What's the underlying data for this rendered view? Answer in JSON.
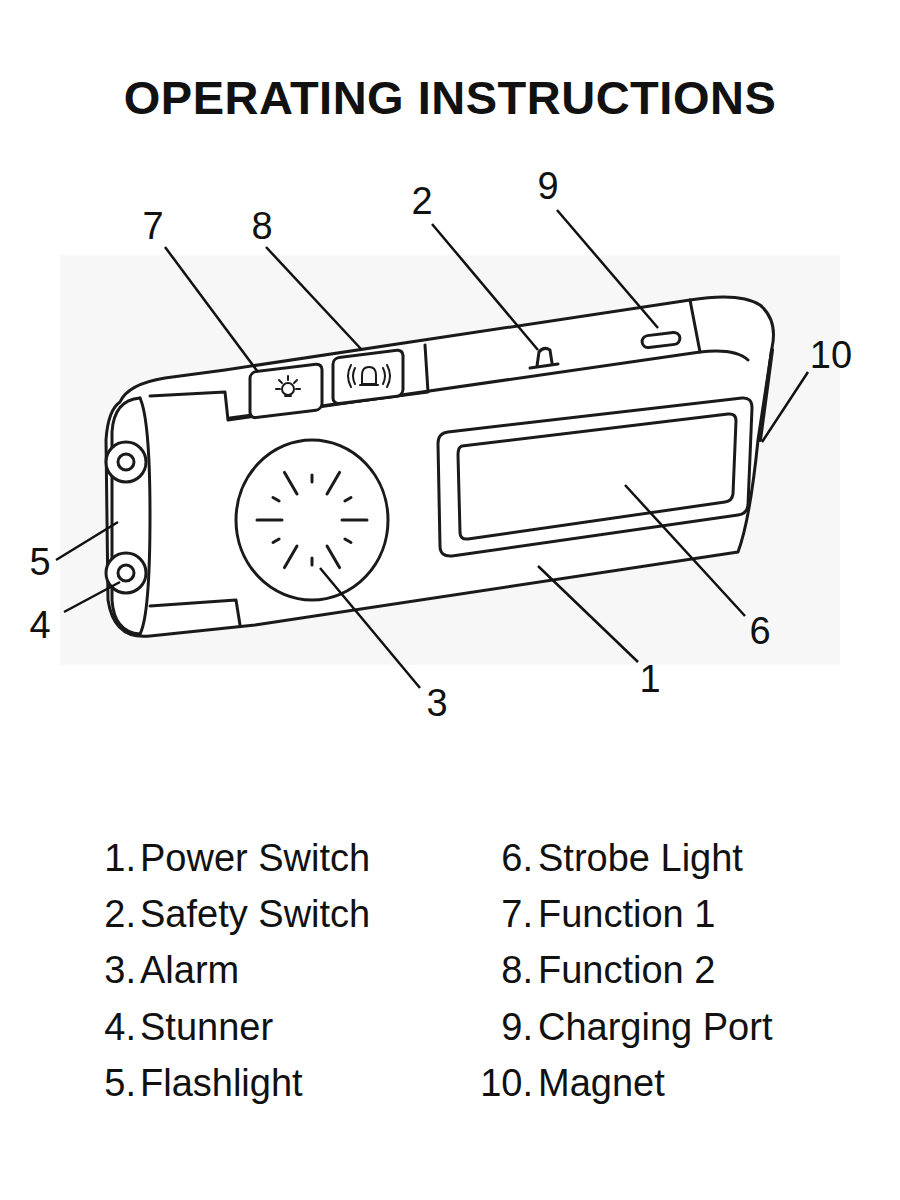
{
  "diagram": {
    "title": "OPERATING INSTRUCTIONS",
    "labels": [
      "7",
      "8",
      "2",
      "9",
      "10",
      "5",
      "4",
      "3",
      "1",
      "6",
      "1.",
      "Power Switch",
      "2.",
      "Safety Switch",
      "3.",
      "Alarm",
      "4.",
      "Stunner",
      "5.",
      "Flashlight",
      "6.",
      "Strobe Light",
      "7.",
      "Function 1",
      "8.",
      "Function 2",
      "9.",
      "Charging Port",
      "10.",
      "Magnet"
    ]
  }
}
